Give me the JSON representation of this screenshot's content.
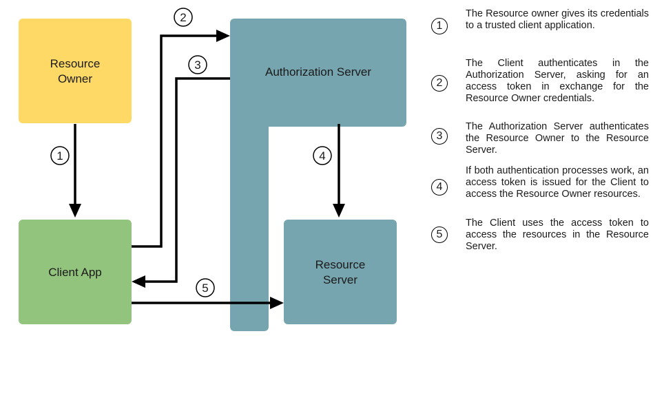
{
  "nodes": {
    "resource_owner": {
      "line1": "Resource",
      "line2": "Owner",
      "color": "#FFD966"
    },
    "client_app": {
      "label": "Client App",
      "color": "#93C47D"
    },
    "authorization_server": {
      "label": "Authorization Server",
      "color": "#76A5AF"
    },
    "resource_server": {
      "line1": "Resource",
      "line2": "Server",
      "color": "#76A5AF"
    }
  },
  "steps": [
    {
      "number": "1",
      "text": "The Resource owner gives its credentials to a trusted client application."
    },
    {
      "number": "2",
      "text": "The Client authenticates in the Authorization Server, asking for an access token in exchange for the Resource Owner credentials."
    },
    {
      "number": "3",
      "text": "The Authorization Server authenticates the Resource Owner to the Resource Server."
    },
    {
      "number": "4",
      "text": "If both authentication processes work, an access token is issued for the Client to access the Resource Owner resources."
    },
    {
      "number": "5",
      "text": "The Client uses the access token to access the resources in the Resource Server."
    }
  ],
  "arrow_color": "#000000"
}
